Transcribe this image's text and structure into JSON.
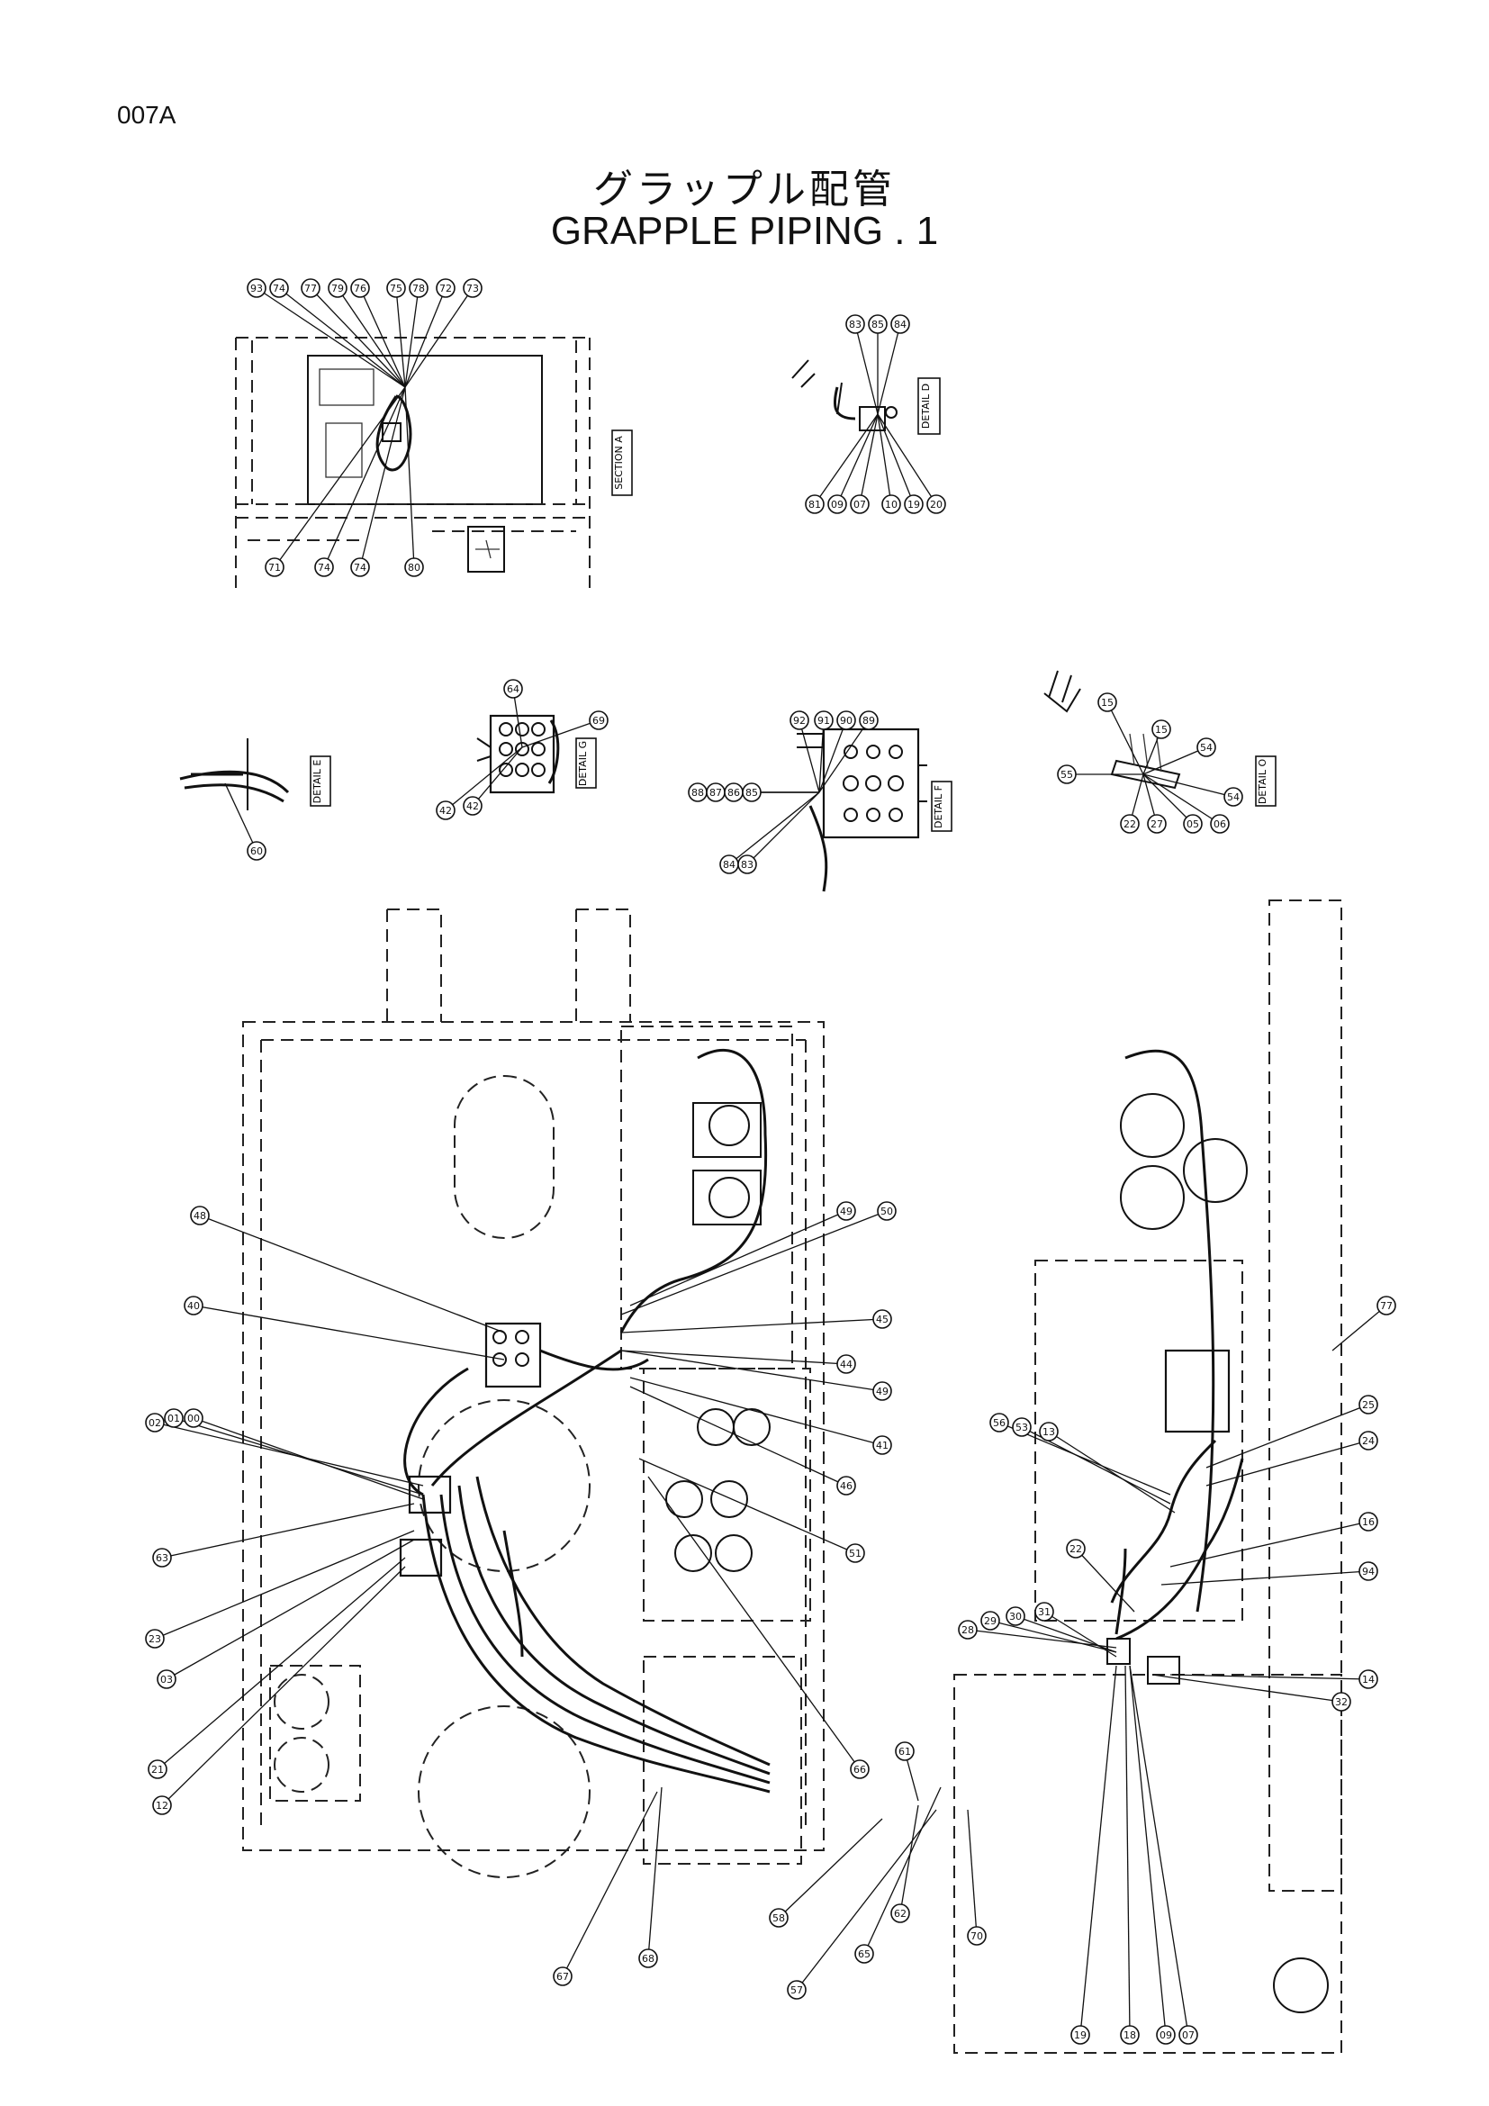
{
  "page": {
    "code": "007A",
    "title_jp": "グラップル配管",
    "title_en": "GRAPPLE PIPING . 1"
  },
  "view_tags": [
    {
      "id": "A",
      "text": "SECTION A"
    },
    {
      "id": "D",
      "text": "DETAIL D"
    },
    {
      "id": "E",
      "text": "DETAIL E"
    },
    {
      "id": "G",
      "text": "DETAIL G"
    },
    {
      "id": "F",
      "text": "DETAIL F"
    },
    {
      "id": "O",
      "text": "DETAIL O"
    }
  ],
  "balloons": {
    "section_a": [
      "93",
      "74",
      "77",
      "79",
      "76",
      "75",
      "78",
      "72",
      "73",
      "71",
      "74",
      "74",
      "80"
    ],
    "detail_d": [
      "83",
      "85",
      "84",
      "81",
      "09",
      "07",
      "10",
      "19",
      "20"
    ],
    "detail_e": [
      "60"
    ],
    "detail_g": [
      "64",
      "69",
      "42",
      "42"
    ],
    "detail_f": [
      "92",
      "91",
      "90",
      "89",
      "88",
      "87",
      "86",
      "85",
      "84",
      "83"
    ],
    "detail_o": [
      "15",
      "15",
      "55",
      "54",
      "22",
      "27",
      "05",
      "06",
      "54"
    ],
    "main_left": [
      "48",
      "40",
      "02",
      "01",
      "00",
      "63",
      "23",
      "03",
      "21",
      "12",
      "49",
      "50",
      "45",
      "44",
      "49",
      "41",
      "46",
      "51",
      "66",
      "61",
      "65",
      "62",
      "57",
      "58",
      "67",
      "68",
      "70"
    ],
    "main_right": [
      "77",
      "56",
      "53",
      "13",
      "25",
      "24",
      "22",
      "16",
      "94",
      "14",
      "28",
      "29",
      "30",
      "31",
      "32",
      "19",
      "18",
      "09",
      "07"
    ]
  }
}
